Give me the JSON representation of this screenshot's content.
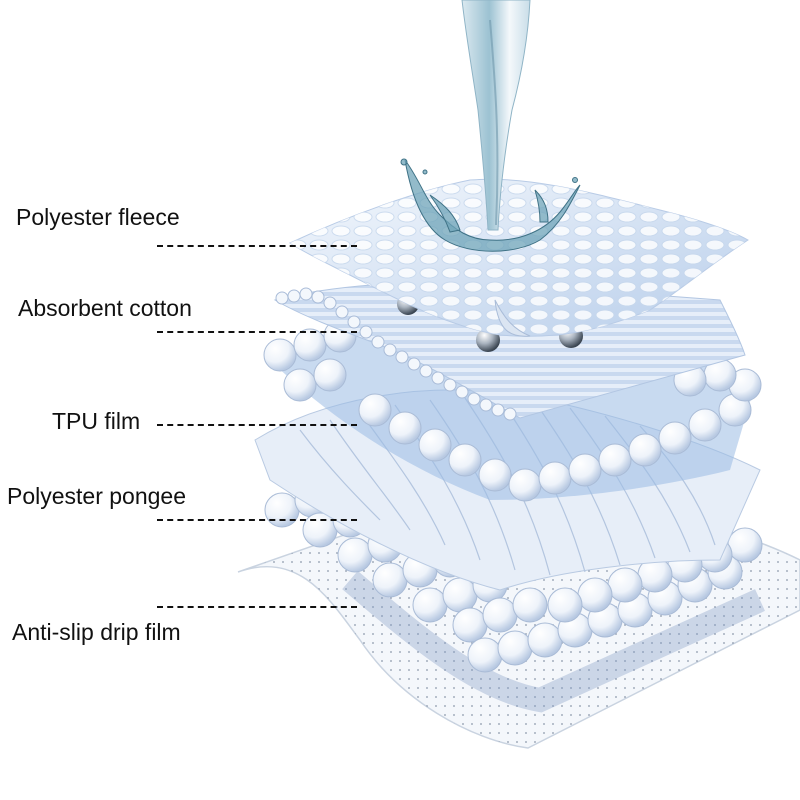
{
  "diagram": {
    "title": "",
    "layers": [
      {
        "label": "Polyester fleece",
        "order": 1
      },
      {
        "label": "Absorbent cotton",
        "order": 2
      },
      {
        "label": "TPU film",
        "order": 3
      },
      {
        "label": "Polyester pongee",
        "order": 4
      },
      {
        "label": "Anti-slip drip film",
        "order": 5
      }
    ],
    "colors": {
      "text": "#111111",
      "water": "#7fb6cc",
      "layer_light": "#eef4fb",
      "layer_blue": "#9ab8de",
      "shadow": "#5f7fb3"
    }
  }
}
